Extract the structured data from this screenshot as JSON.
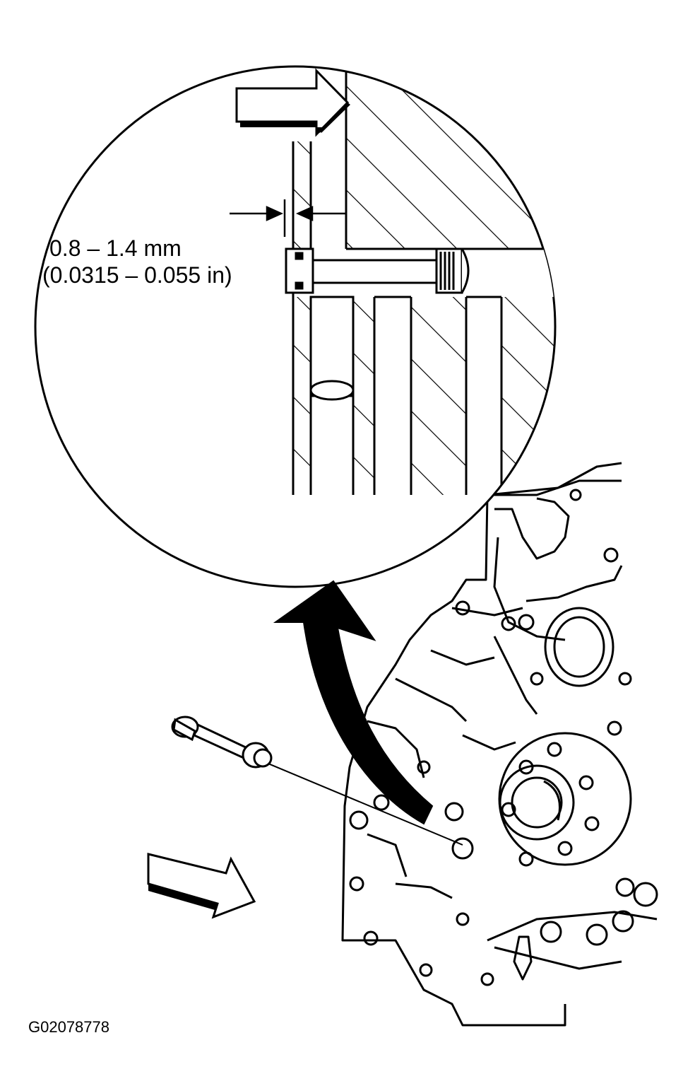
{
  "figure": {
    "spec_metric": "0.8 – 1.4 mm",
    "spec_imperial": "(0.0315 – 0.055 in)",
    "figure_id": "G02078778"
  },
  "colors": {
    "line": "#000000",
    "background": "#ffffff"
  }
}
